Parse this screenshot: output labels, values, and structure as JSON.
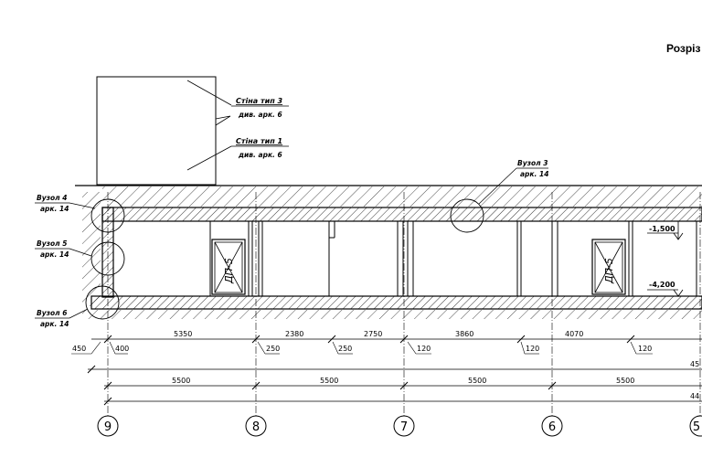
{
  "title": "Розріз",
  "callouts": {
    "wall_type3": {
      "line1": "Стіна тип 3",
      "line2": "див. арк. 6"
    },
    "wall_type1": {
      "line1": "Стіна тип 1",
      "line2": "див. арк. 6"
    },
    "node3": {
      "line1": "Вузол 3",
      "line2": "арк. 14"
    },
    "node4": {
      "line1": "Вузол 4",
      "line2": "арк. 14"
    },
    "node5": {
      "line1": "Вузол 5",
      "line2": "арк. 14"
    },
    "node6": {
      "line1": "Вузол 6",
      "line2": "арк. 14"
    }
  },
  "levels": {
    "upper": "-1,500",
    "lower": "-4,200"
  },
  "door_labels": {
    "left": "ДП-5",
    "right": "ДП-5"
  },
  "dims_row1": [
    "5350",
    "2380",
    "2750",
    "3860",
    "4070"
  ],
  "dims_row2": [
    "450",
    "400",
    "250",
    "250",
    "120",
    "120",
    "120"
  ],
  "dim_partial_1": "45",
  "dims_row3": [
    "5500",
    "5500",
    "5500",
    "5500"
  ],
  "dim_partial_2": "44",
  "axes": [
    "9",
    "8",
    "7",
    "6",
    "5"
  ]
}
